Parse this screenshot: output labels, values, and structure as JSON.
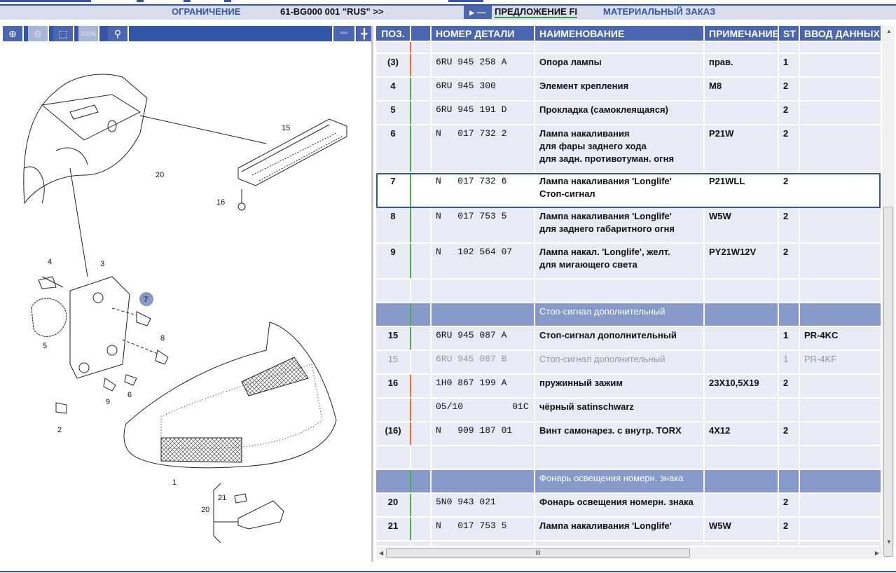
{
  "header": {
    "restriction_label": "ОГРАНИЧЕНИЕ",
    "model_code": "61-BG000 001 \"RUS\" >>",
    "toggle_button": "▸ —",
    "tab_proposal": "ПРЕДЛОЖЕНИЕ FI",
    "tab_material_order": "МАТЕРИАЛЬНЫЙ ЗАКАЗ"
  },
  "toolbar": {
    "zoom_in": "⊕",
    "zoom_out": "⊖",
    "zoom_area": "⬚",
    "zoom_100": "100%",
    "search": "⚲",
    "thumbnails": "▫▫▫",
    "expand": "╋"
  },
  "diagram": {
    "callouts": [
      "15",
      "16",
      "20",
      "4",
      "3",
      "7",
      "8",
      "5",
      "9",
      "6",
      "2",
      "1",
      "21",
      "20"
    ],
    "highlighted_callout": "7"
  },
  "table": {
    "columns": [
      "ПОЗ.",
      "",
      "НОМЕР ДЕТАЛИ",
      "НАИМЕНОВАНИЕ",
      "ПРИМЕЧАНИЕ",
      "ST",
      "ВВОД ДАННЫХ П"
    ],
    "rows": [
      {
        "pos": "",
        "part": "",
        "name": "",
        "note": "",
        "st": "",
        "input": "",
        "ind": "o"
      },
      {
        "pos": "(3)",
        "part": "6RU 945 258 A",
        "name": "Опора лампы",
        "note": "прав.",
        "st": "1",
        "input": "",
        "ind": "o"
      },
      {
        "pos": "4",
        "part": "6RU 945 300",
        "name": "Элемент крепления",
        "note": "M8",
        "st": "2",
        "input": "",
        "ind": "g"
      },
      {
        "pos": "5",
        "part": "6RU 945 191 D",
        "name": "Прокладка (самоклеящаяся)",
        "note": "",
        "st": "2",
        "input": "",
        "ind": "g"
      },
      {
        "pos": "6",
        "part": "N   017 732 2",
        "name": "Лампа накаливания\nдля фары заднего хода\nдля задн. противотуман. огня",
        "note": "P21W",
        "st": "2",
        "input": "",
        "ind": "g"
      },
      {
        "pos": "7",
        "part": "N   017 732 6",
        "name": "Лампа накаливания 'Longlife'\nСтоп-сигнал",
        "note": "P21WLL",
        "st": "2",
        "input": "",
        "ind": "g",
        "selected": true
      },
      {
        "pos": "8",
        "part": "N   017 753 5",
        "name": "Лампа накаливания 'Longlife'\nдля заднего габаритного огня",
        "note": "W5W",
        "st": "2",
        "input": "",
        "ind": "g"
      },
      {
        "pos": "9",
        "part": "N   102 564 07",
        "name": "Лампа накал. 'Longlife', желт.\nдля мигающего света",
        "note": "PY21W12V",
        "st": "2",
        "input": "",
        "ind": "g"
      },
      {
        "pos": "",
        "part": "",
        "name": "",
        "note": "",
        "st": "",
        "input": "",
        "ind": ""
      },
      {
        "pos": "",
        "part": "",
        "name": "Стоп-сигнал дополнительный",
        "note": "",
        "st": "",
        "input": "",
        "ind": "g",
        "group": true
      },
      {
        "pos": "15",
        "part": "6RU 945 087 A",
        "name": "Стоп-сигнал дополнительный",
        "note": "",
        "st": "1",
        "input": "PR-4KC",
        "ind": "g"
      },
      {
        "pos": "15",
        "part": "6RU 945 087 B",
        "name": "Стоп-сигнал дополнительный",
        "note": "",
        "st": "1",
        "input": "PR-4KF",
        "ind": "",
        "grey": true
      },
      {
        "pos": "16",
        "part": "1H0 867 199 A",
        "name": "пружинный зажим",
        "note": "23X10,5X19",
        "st": "2",
        "input": "",
        "ind": "o"
      },
      {
        "pos": "",
        "part": "05/10         01C",
        "name": "чёрный satinschwarz",
        "note": "",
        "st": "",
        "input": "",
        "ind": "o"
      },
      {
        "pos": "(16)",
        "part": "N   909 187 01",
        "name": "Винт самонарез. с внутр. TORX",
        "note": "4X12",
        "st": "2",
        "input": "",
        "ind": "o"
      },
      {
        "pos": "",
        "part": "",
        "name": "",
        "note": "",
        "st": "",
        "input": "",
        "ind": ""
      },
      {
        "pos": "",
        "part": "",
        "name": "Фонарь освещения номерн. знака",
        "note": "",
        "st": "",
        "input": "",
        "ind": "g",
        "group": true
      },
      {
        "pos": "20",
        "part": "5N0 943 021",
        "name": "Фонарь освещения номерн. знака",
        "note": "",
        "st": "2",
        "input": "",
        "ind": "g"
      },
      {
        "pos": "21",
        "part": "N   017 753 5",
        "name": "Лампа накаливания 'Longlife'",
        "note": "W5W",
        "st": "2",
        "input": "",
        "ind": "g"
      },
      {
        "pos": "",
        "part": "",
        "name": "",
        "note": "",
        "st": "",
        "input": "",
        "ind": ""
      }
    ]
  },
  "scrollbar": {
    "grip": "III"
  },
  "colors": {
    "primary": "#3456a8",
    "header": "#4a66b0",
    "group": "#8799c9",
    "row": "#e8ebf5",
    "orange": "#f07020",
    "green": "#4caf50"
  }
}
